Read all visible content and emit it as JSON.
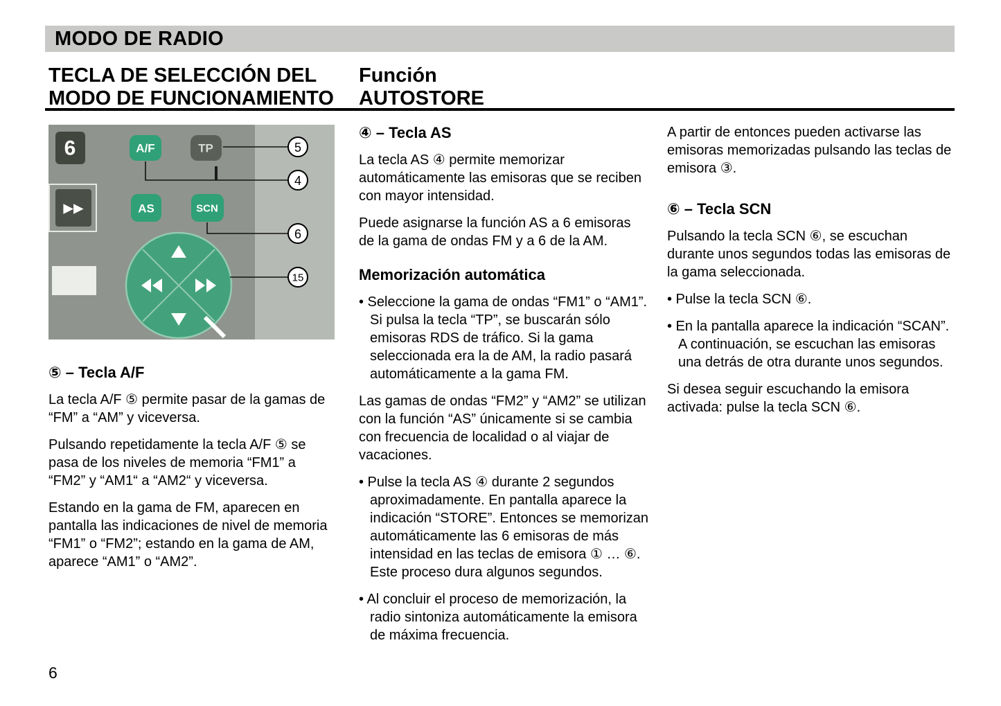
{
  "header": {
    "title": "MODO DE RADIO"
  },
  "page_number": "6",
  "titles": {
    "left": [
      "TECLA DE SELECCIÓN DEL",
      "MODO DE FUNCIONAMIENTO"
    ],
    "middle": [
      "Función",
      "AUTOSTORE"
    ]
  },
  "colors": {
    "panel_dark": "#8f948e",
    "panel_light": "#b6bab4",
    "button_green": "#2fa077",
    "button_dark": "#5a5f58"
  },
  "illustration": {
    "preset_button": "6",
    "af_button": "A/F",
    "tp_button": "TP",
    "ff_button": "▶▶",
    "as_button": "AS",
    "scn_button": "SCN",
    "dpad_up": "▲",
    "dpad_down": "▼",
    "dpad_left": "◀◀",
    "dpad_right": "▶▶",
    "callouts": [
      "5",
      "4",
      "6",
      "15"
    ]
  },
  "left_column": {
    "heading": "⑤ – Tecla A/F",
    "p1": "La tecla A/F ⑤ permite pasar de la gamas de “FM” a “AM” y viceversa.",
    "p2": "Pulsando repetidamente la tecla A/F ⑤ se pasa de los niveles de memoria “FM1” a “FM2” y “AM1“ a “AM2“ y viceversa.",
    "p3": "Estando en la gama de FM, aparecen en pantalla las indicaciones de nivel de memoria “FM1” o “FM2”; estando en la gama de AM, aparece “AM1” o “AM2”."
  },
  "middle_column": {
    "heading": "④ – Tecla AS",
    "p1": "La tecla AS ④ permite memorizar automáticamente las emisoras que se reciben con mayor intensidad.",
    "p2": "Puede asignarse la función AS a 6 emisoras de la gama de ondas FM y a 6 de la AM.",
    "subheading": "Memorización automática",
    "b1": "• Seleccione la gama de ondas “FM1” o “AM1”. Si pulsa la tecla “TP”, se buscarán sólo emisoras RDS de tráfico. Si la gama seleccionada era la de AM, la radio pasará automáticamente a la gama FM.",
    "p3": "Las gamas de ondas “FM2” y “AM2” se utilizan con la función “AS” únicamente si se cambia con frecuencia de localidad o al viajar de vacaciones.",
    "b2": "• Pulse la tecla AS ④ durante 2 segundos aproximadamente. En pantalla aparece la indicación “STORE”. Entonces se memorizan automáticamente las 6 emisoras de más intensidad en las teclas de emisora ① … ⑥. Este proceso dura algunos segundos.",
    "b3": "• Al concluir el proceso de memorización, la radio sintoniza automáticamente la emisora de máxima frecuencia."
  },
  "right_column": {
    "p1": "A partir de entonces pueden activarse las emisoras memorizadas pulsando las teclas de emisora ③.",
    "heading": "⑥ – Tecla SCN",
    "p2": "Pulsando la tecla SCN ⑥, se escuchan durante unos segundos todas las emisoras de la gama seleccionada.",
    "b1": "• Pulse la tecla SCN ⑥.",
    "b2": "• En la pantalla aparece la indicación “SCAN”.\nA continuación, se escuchan las emisoras una detrás de otra durante unos segundos.",
    "p3": "Si desea seguir escuchando la emisora activada: pulse la tecla SCN ⑥."
  }
}
